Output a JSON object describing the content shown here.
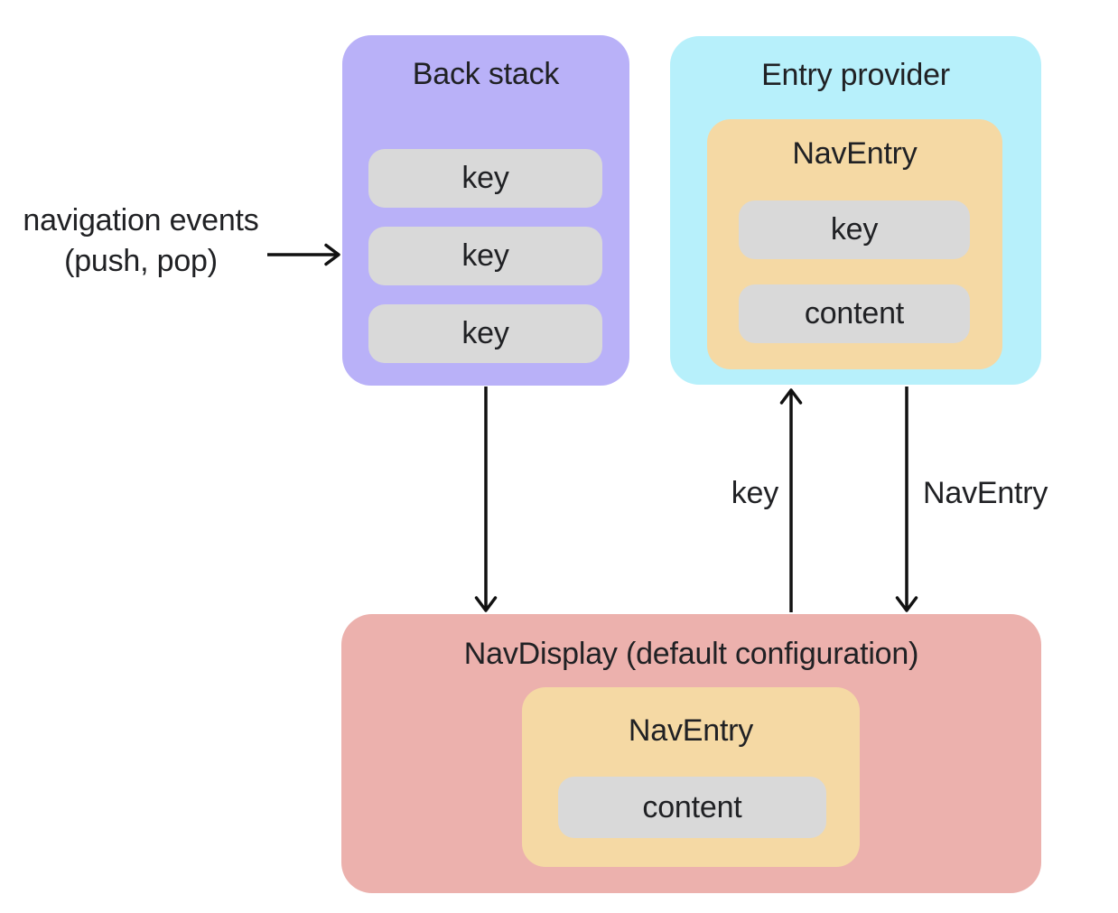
{
  "colors": {
    "canvas_bg": "#ffffff",
    "back_stack_bg": "#b9b1f8",
    "entry_provider_bg": "#b7f0fb",
    "nav_entry_bg": "#f5d9a4",
    "pill_bg": "#d9d9d9",
    "nav_display_bg": "#ecb1ad",
    "text": "#202124",
    "arrow": "#111111"
  },
  "annotation": {
    "line1": "navigation events",
    "line2": "(push, pop)"
  },
  "back_stack": {
    "title": "Back stack",
    "keys": [
      "key",
      "key",
      "key"
    ]
  },
  "entry_provider": {
    "title": "Entry provider",
    "nav_entry": {
      "title": "NavEntry",
      "key_label": "key",
      "content_label": "content"
    }
  },
  "nav_display": {
    "title": "NavDisplay (default configuration)",
    "nav_entry": {
      "title": "NavEntry",
      "content_label": "content"
    }
  },
  "arrow_labels": {
    "key": "key",
    "nav_entry": "NavEntry"
  }
}
